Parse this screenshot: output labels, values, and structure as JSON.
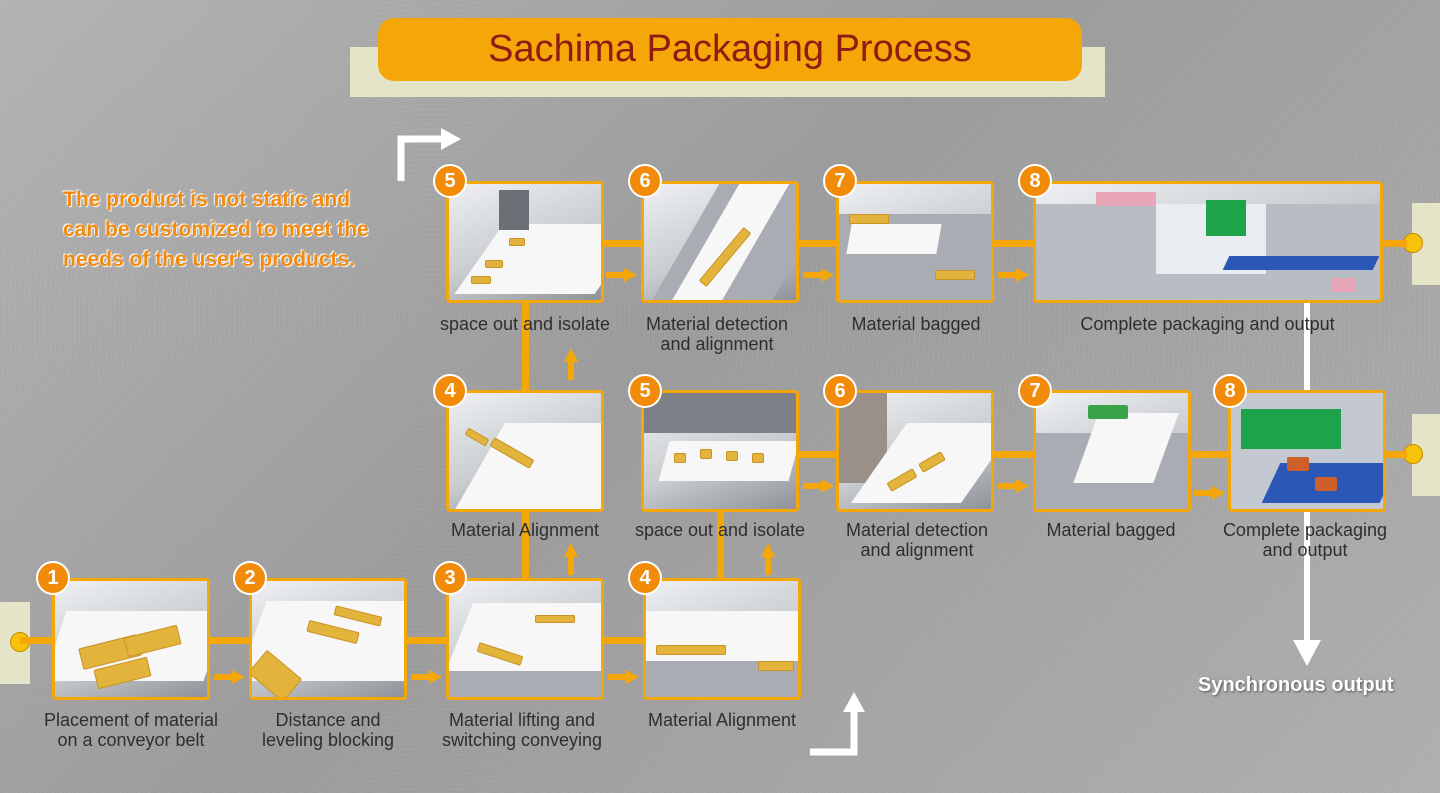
{
  "title": "Sachima Packaging Process",
  "note": "The product is not static and can be customized to meet the needs of the user's products.",
  "output_label": "Synchronous output",
  "colors": {
    "accent": "#f5a70a",
    "badge": "#f28a0a",
    "title_text": "#8e1b14",
    "note_text": "#f08a10"
  },
  "steps": [
    {
      "num": "1",
      "label_lines": [
        "Placement of material",
        "on a conveyor belt"
      ]
    },
    {
      "num": "2",
      "label_lines": [
        "Distance and",
        "leveling blocking"
      ]
    },
    {
      "num": "3",
      "label_lines": [
        "Material lifting and",
        "switching conveying"
      ]
    },
    {
      "num": "4",
      "label_lines": [
        "Material Alignment"
      ]
    },
    {
      "num": "4",
      "label_lines": [
        "Material Alignment"
      ]
    },
    {
      "num": "5",
      "label_lines": [
        "space out and isolate"
      ]
    },
    {
      "num": "6",
      "label_lines": [
        "Material detection",
        "and alignment"
      ]
    },
    {
      "num": "7",
      "label_lines": [
        "Material bagged"
      ]
    },
    {
      "num": "8",
      "label_lines": [
        "Complete packaging",
        "and output"
      ]
    },
    {
      "num": "5",
      "label_lines": [
        "space out and isolate"
      ]
    },
    {
      "num": "6",
      "label_lines": [
        "Material detection",
        "and alignment"
      ]
    },
    {
      "num": "7",
      "label_lines": [
        "Material bagged"
      ]
    },
    {
      "num": "8",
      "label_lines": [
        "Complete packaging and output"
      ]
    }
  ]
}
